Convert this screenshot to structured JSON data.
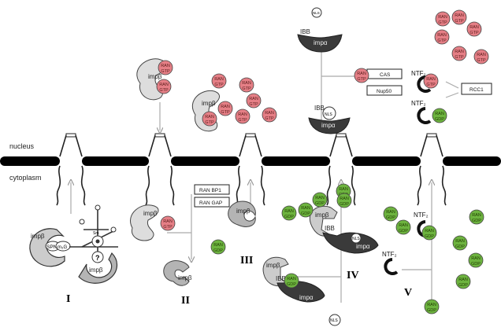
{
  "compartments": {
    "nucleus": "nucleus",
    "cytoplasm": "cytoplasm"
  },
  "steps": [
    "I",
    "II",
    "III",
    "IV",
    "V"
  ],
  "ran_gtp": {
    "line1": "RAN",
    "line2": "GTP",
    "color": "#e57f86"
  },
  "ran_gdp": {
    "line1": "RAN",
    "line2": "GDP",
    "color": "#6db33f"
  },
  "labels": {
    "imp_beta": "impβ",
    "imp_alpha": "impα",
    "ibb": "IBB",
    "nls": "NLS",
    "spn": "SPN",
    "m3g": "m₃G",
    "snrna": "Sm",
    "question": "?",
    "ntf2": "NTF₂"
  },
  "boxes": {
    "ranbp1": "RAN BP1",
    "rangap": "RAN GAP",
    "cas": "CAS",
    "nup50": "Nup50",
    "rcc1": "RCC1"
  },
  "colors": {
    "membrane": "#000000",
    "light_protein": "#cccccc",
    "mid_protein": "#b4b4b4",
    "dark_protein": "#3a3a3a",
    "arrow": "#aaaaaa"
  }
}
